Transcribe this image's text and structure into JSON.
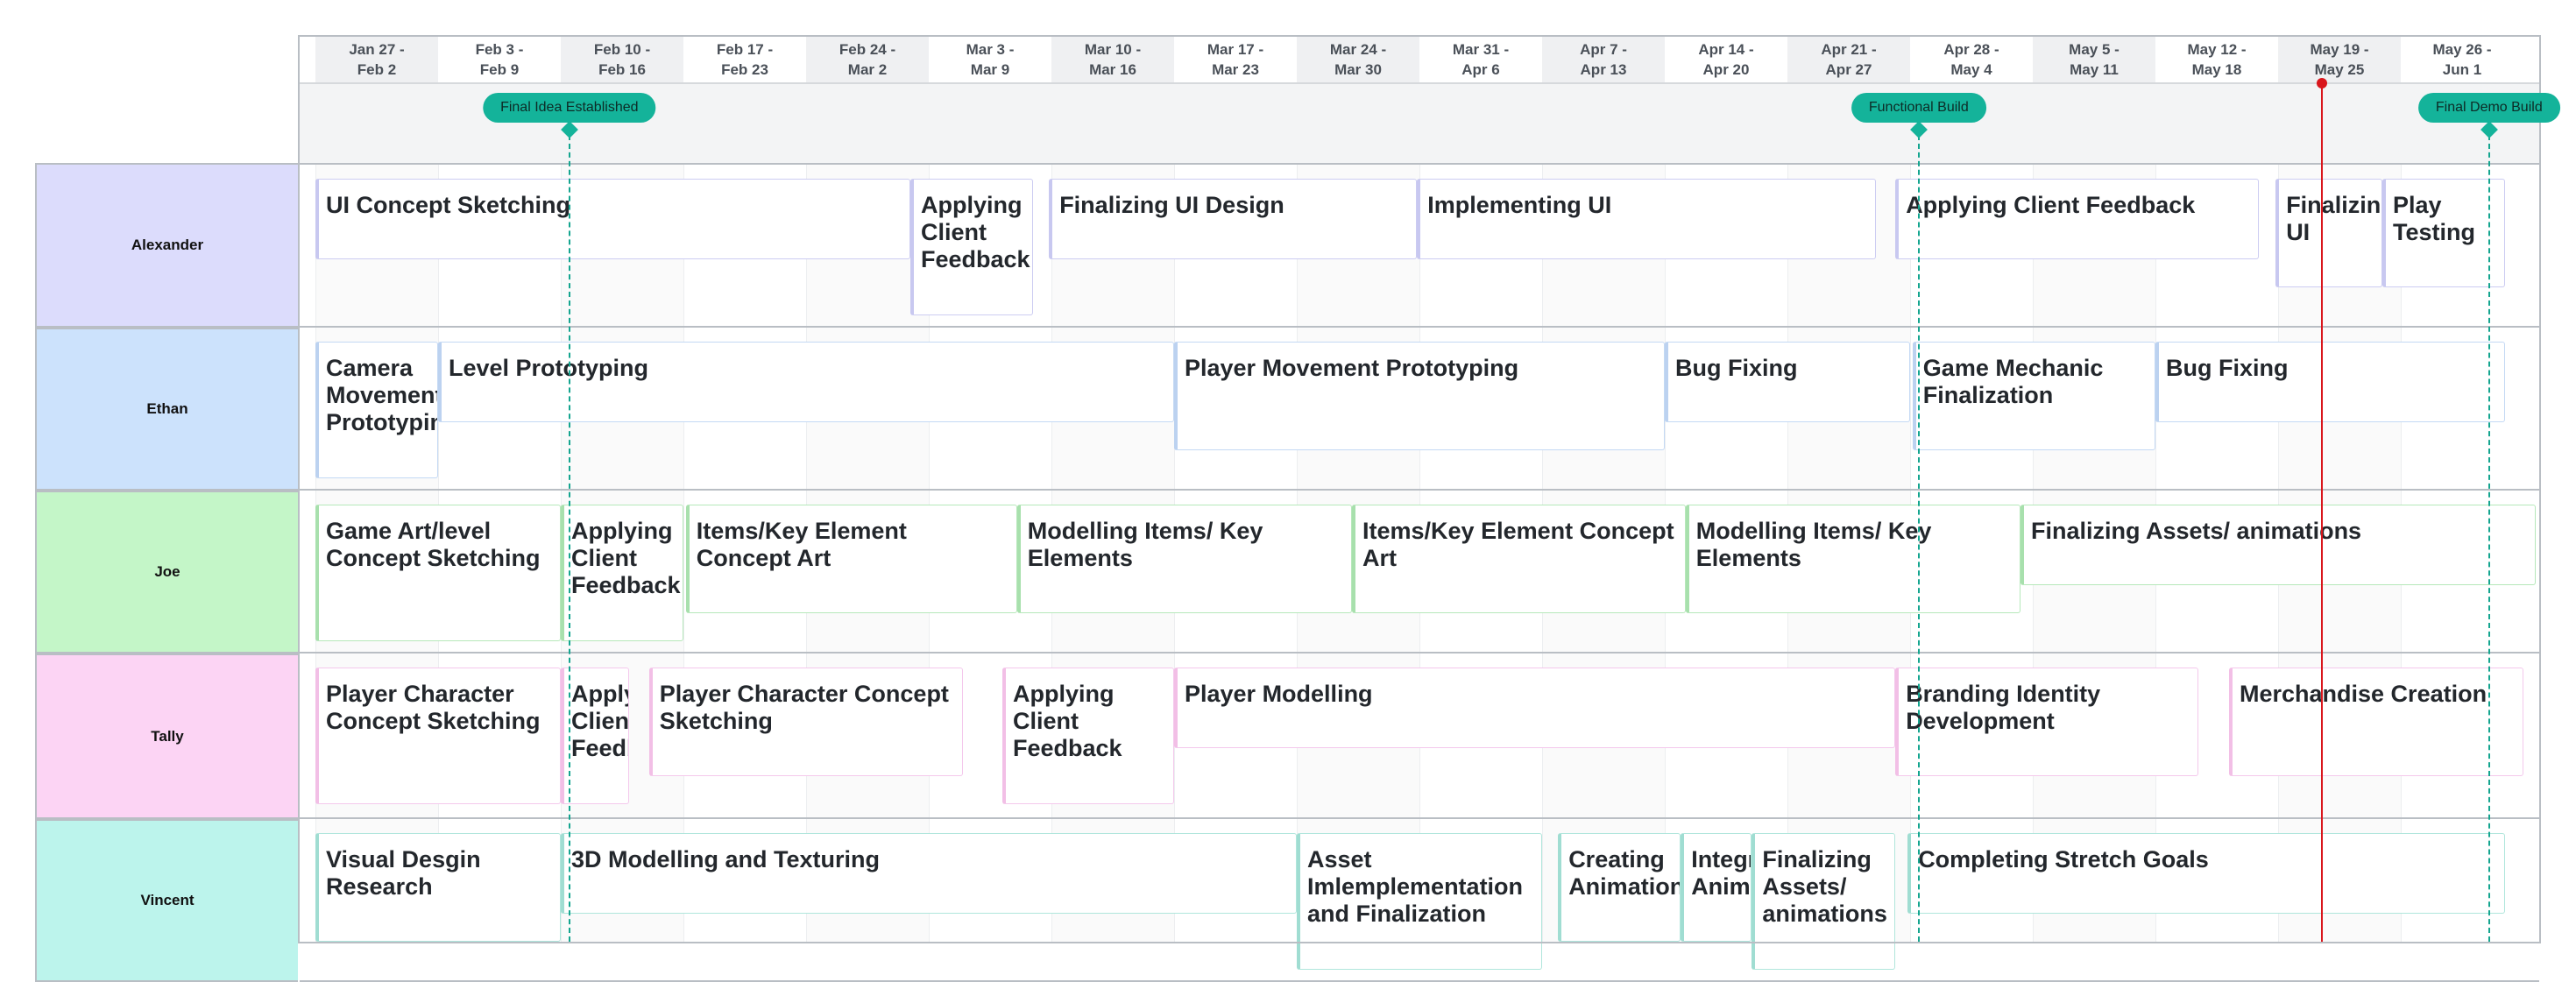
{
  "weeks": [
    {
      "line1": "Jan 27 -",
      "line2": "Feb 2"
    },
    {
      "line1": "Feb 3 -",
      "line2": "Feb 9"
    },
    {
      "line1": "Feb 10 -",
      "line2": "Feb 16"
    },
    {
      "line1": "Feb 17 -",
      "line2": "Feb 23"
    },
    {
      "line1": "Feb 24 -",
      "line2": "Mar 2"
    },
    {
      "line1": "Mar 3 -",
      "line2": "Mar 9"
    },
    {
      "line1": "Mar 10 -",
      "line2": "Mar 16"
    },
    {
      "line1": "Mar 17 -",
      "line2": "Mar 23"
    },
    {
      "line1": "Mar 24 -",
      "line2": "Mar 30"
    },
    {
      "line1": "Mar 31 -",
      "line2": "Apr 6"
    },
    {
      "line1": "Apr 7 -",
      "line2": "Apr 13"
    },
    {
      "line1": "Apr 14 -",
      "line2": "Apr 20"
    },
    {
      "line1": "Apr 21 -",
      "line2": "Apr 27"
    },
    {
      "line1": "Apr 28 -",
      "line2": "May 4"
    },
    {
      "line1": "May 5 -",
      "line2": "May 11"
    },
    {
      "line1": "May 12 -",
      "line2": "May 18"
    },
    {
      "line1": "May 19 -",
      "line2": "May 25"
    },
    {
      "line1": "May 26 -",
      "line2": "Jun 1"
    }
  ],
  "milestones": [
    {
      "label": "Final Idea Established",
      "week": 2.07
    },
    {
      "label": "Functional Build",
      "week": 13.07
    },
    {
      "label": "Final Demo Build",
      "week": 17.72
    }
  ],
  "today_week": 16.36,
  "colors": {
    "today": "#d9161c",
    "milestone": "#14b39a",
    "milestone_line": "#14a58f"
  },
  "lanes": [
    {
      "name": "Alexander",
      "bg": "#dcdcfc",
      "border": "#ccccf2",
      "bar": "#c8c8f0",
      "tasks": [
        {
          "label": "UI Concept Sketching",
          "start": 0,
          "end": 4.85,
          "lines": 1
        },
        {
          "label": "Applying Client Feedback",
          "start": 4.85,
          "end": 5.85,
          "lines": 3
        },
        {
          "label": "Finalizing UI  Design",
          "start": 5.98,
          "end": 8.98,
          "lines": 1
        },
        {
          "label": "Implementing UI",
          "start": 8.98,
          "end": 12.72,
          "lines": 1
        },
        {
          "label": "Applying Client Feedback",
          "start": 12.88,
          "end": 15.84,
          "lines": 1
        },
        {
          "label": "Finalizing UI",
          "start": 15.98,
          "end": 16.85,
          "lines": 2
        },
        {
          "label": "Play Testing",
          "start": 16.85,
          "end": 17.85,
          "lines": 2
        }
      ]
    },
    {
      "name": "Ethan",
      "bg": "#cce2fc",
      "border": "#c4d9f4",
      "bar": "#bcd2f0",
      "tasks": [
        {
          "label": "Camera Movement Prototyping",
          "start": 0,
          "end": 1.0,
          "lines": 3
        },
        {
          "label": "Level Prototyping",
          "start": 1.0,
          "end": 7.0,
          "lines": 1
        },
        {
          "label": "Player Movement Prototyping",
          "start": 7.0,
          "end": 11.0,
          "lines": 2
        },
        {
          "label": "Bug Fixing",
          "start": 11.0,
          "end": 13.0,
          "lines": 1
        },
        {
          "label": "Game Mechanic Finalization",
          "start": 13.02,
          "end": 15.0,
          "lines": 2
        },
        {
          "label": "Bug Fixing",
          "start": 15.0,
          "end": 17.85,
          "lines": 1
        }
      ]
    },
    {
      "name": "Joe",
      "bg": "#c4f6c8",
      "border": "#b6e8ba",
      "bar": "#a8e0ad",
      "tasks": [
        {
          "label": "Game Art/level Concept Sketching",
          "start": 0,
          "end": 2.0,
          "lines": 3
        },
        {
          "label": "Applying Client Feedback",
          "start": 2.0,
          "end": 3.0,
          "lines": 3
        },
        {
          "label": "Items/Key Element Concept Art",
          "start": 3.02,
          "end": 5.72,
          "lines": 2
        },
        {
          "label": "Modelling Items/ Key Elements",
          "start": 5.72,
          "end": 8.45,
          "lines": 2
        },
        {
          "label": "Items/Key Element Concept Art",
          "start": 8.45,
          "end": 11.17,
          "lines": 2
        },
        {
          "label": "Modelling Items/ Key Elements",
          "start": 11.17,
          "end": 13.9,
          "lines": 2
        },
        {
          "label": "Finalizing Assets/ animations",
          "start": 13.9,
          "end": 18.1,
          "lines": 1
        }
      ]
    },
    {
      "name": "Tally",
      "bg": "#fcd4f4",
      "border": "#f4c8ec",
      "bar": "#f2bfe6",
      "tasks": [
        {
          "label": "Player Character Concept Sketching",
          "start": 0,
          "end": 2.0,
          "lines": 3
        },
        {
          "label": "Applying Client Feedback",
          "start": 2.0,
          "end": 2.56,
          "lines": 3
        },
        {
          "label": "Player Character Concept Sketching",
          "start": 2.72,
          "end": 5.28,
          "lines": 2
        },
        {
          "label": "Applying Client Feedback",
          "start": 5.6,
          "end": 7.0,
          "lines": 3
        },
        {
          "label": "Player Modelling",
          "start": 7.0,
          "end": 12.88,
          "lines": 1
        },
        {
          "label": "Branding Identity Development",
          "start": 12.88,
          "end": 15.35,
          "lines": 2
        },
        {
          "label": "Merchandise Creation",
          "start": 15.6,
          "end": 18.0,
          "lines": 2
        }
      ]
    },
    {
      "name": "Vincent",
      "bg": "#bcf4ec",
      "border": "#b0e6dc",
      "bar": "#a0ddd2",
      "tasks": [
        {
          "label": "Visual Desgin Research",
          "start": 0,
          "end": 2.0,
          "lines": 2
        },
        {
          "label": "3D Modelling and Texturing",
          "start": 2.0,
          "end": 8.0,
          "lines": 1
        },
        {
          "label": "Asset Imlemplementation and Finalization",
          "start": 8.0,
          "end": 10.0,
          "lines": 3
        },
        {
          "label": "Creating Animations",
          "start": 10.13,
          "end": 11.13,
          "lines": 2
        },
        {
          "label": "Integrating Animations",
          "start": 11.13,
          "end": 11.71,
          "lines": 2
        },
        {
          "label": "Finalizing Assets/ animations",
          "start": 11.71,
          "end": 12.88,
          "lines": 3
        },
        {
          "label": "Completing Stretch Goals",
          "start": 12.98,
          "end": 17.85,
          "lines": 1
        }
      ]
    }
  ]
}
